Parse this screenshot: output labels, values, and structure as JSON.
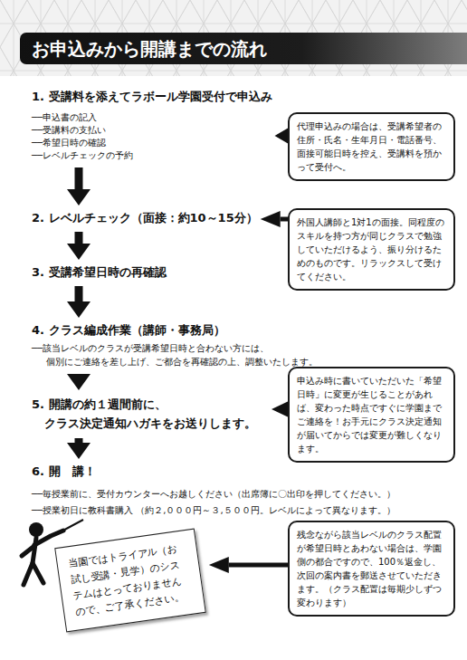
{
  "diagram": {
    "title": "お申込みから開講までの流れ",
    "nodes": [
      {
        "text": [
          "1. 受講料を添えてラボール学園受付で申込み",
          "──申込書の記入",
          "──受講料の支払い",
          "──希望日時の確認",
          "──レベルチェックの予約"
        ]
      },
      {
        "text": [
          "代理申込みの場合は、受講希望者の住所・氏名・生年月日・電話番号、面接可能日時を控え、受講料を預かって受付へ。"
        ]
      },
      {
        "text": [
          "2. レベルチェック（面接：約10～15分）"
        ]
      },
      {
        "text": [
          "外国人講師と1対1の面接。同程度のスキルを持つ方が同じクラスで勉強していただけるよう、振り分けるためのものです。リラックスして受けてください。"
        ]
      },
      {
        "text": [
          "3. 受講希望日時の再確認"
        ]
      },
      {
        "text": [
          "4. クラス編成作業（講師・事務局）",
          "──該当レベルのクラスが受講希望日時と合わない方には、 個別にご連絡を差し上げ、ご都合を再確認の上、調整いたします。"
        ]
      },
      {
        "text": [
          "申込み時に書いていただいた「希望日時」に変更が生じることがあれば、変わった時点ですぐに学園までご連絡を！お手元にクラス決定通知が届いてからでは変更が難しくなります。"
        ]
      },
      {
        "text": [
          "5. 開講の約１週間前に、 クラス決定通知ハガキをお送りします。"
        ]
      },
      {
        "text": [
          "6. 開　講！",
          "──毎授業前に、受付カウンターへお越しください（出席簿に〇出印を押してください。）",
          "──授業初日に教科書購入 （約２,０００円～３,５００円。レベルによって異なります。）"
        ]
      },
      {
        "text": [
          "当園ではトライアル（お試し受講・見学）のシステムはとっておりませんので、ご了承ください。"
        ]
      },
      {
        "text": [
          "残念ながら該当レベルのクラス配置が希望日時とあわない場合は、学園側の都合ですので、100％返金し、次回の案内書を郵送させていただきます。（クラス配置は毎期少しずつ変わります）"
        ]
      }
    ],
    "edges": [
      {
        "from": 0,
        "to": 2,
        "arrow": "to"
      },
      {
        "from": 2,
        "to": 4,
        "arrow": "to"
      },
      {
        "from": 4,
        "to": 5,
        "arrow": "to"
      },
      {
        "from": 5,
        "to": 7,
        "arrow": "to"
      },
      {
        "from": 7,
        "to": 8,
        "arrow": "to"
      },
      {
        "from": 1,
        "to": 0,
        "arrow": "to"
      },
      {
        "from": 3,
        "to": 2,
        "arrow": "to"
      },
      {
        "from": 6,
        "to": 7,
        "arrow": "to"
      },
      {
        "from": 10,
        "to": 9,
        "arrow": "to"
      }
    ]
  }
}
